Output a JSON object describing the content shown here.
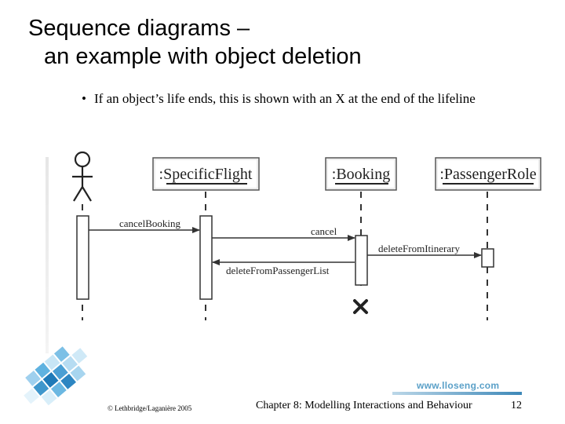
{
  "slide": {
    "title_line1": "Sequence diagrams –",
    "title_line2": "an example with object deletion",
    "bullet_symbol": "•",
    "bullet_text": "If an object’s life ends, this is shown with an X at the end of the lifeline"
  },
  "diagram": {
    "objects": [
      {
        "label": ":SpecificFlight"
      },
      {
        "label": ":Booking"
      },
      {
        "label": ":PassengerRole"
      }
    ],
    "messages": [
      {
        "label": "cancelBooking",
        "from": "actor",
        "to": ":SpecificFlight"
      },
      {
        "label": "cancel",
        "from": ":SpecificFlight",
        "to": ":Booking"
      },
      {
        "label": "deleteFromItinerary",
        "from": ":Booking",
        "to": ":PassengerRole"
      },
      {
        "label": "deleteFromPassengerList",
        "from": ":Booking",
        "to": ":SpecificFlight"
      }
    ],
    "destroyed_object": ":Booking"
  },
  "footer": {
    "url": "www.lloseng.com",
    "copyright": "© Lethbridge/Laganière 2005",
    "chapter": "Chapter 8: Modelling Interactions and Behaviour",
    "page_number": "12"
  },
  "colors": {
    "accent": "#3d88b8",
    "logo_blue": "#4a9fd4"
  }
}
